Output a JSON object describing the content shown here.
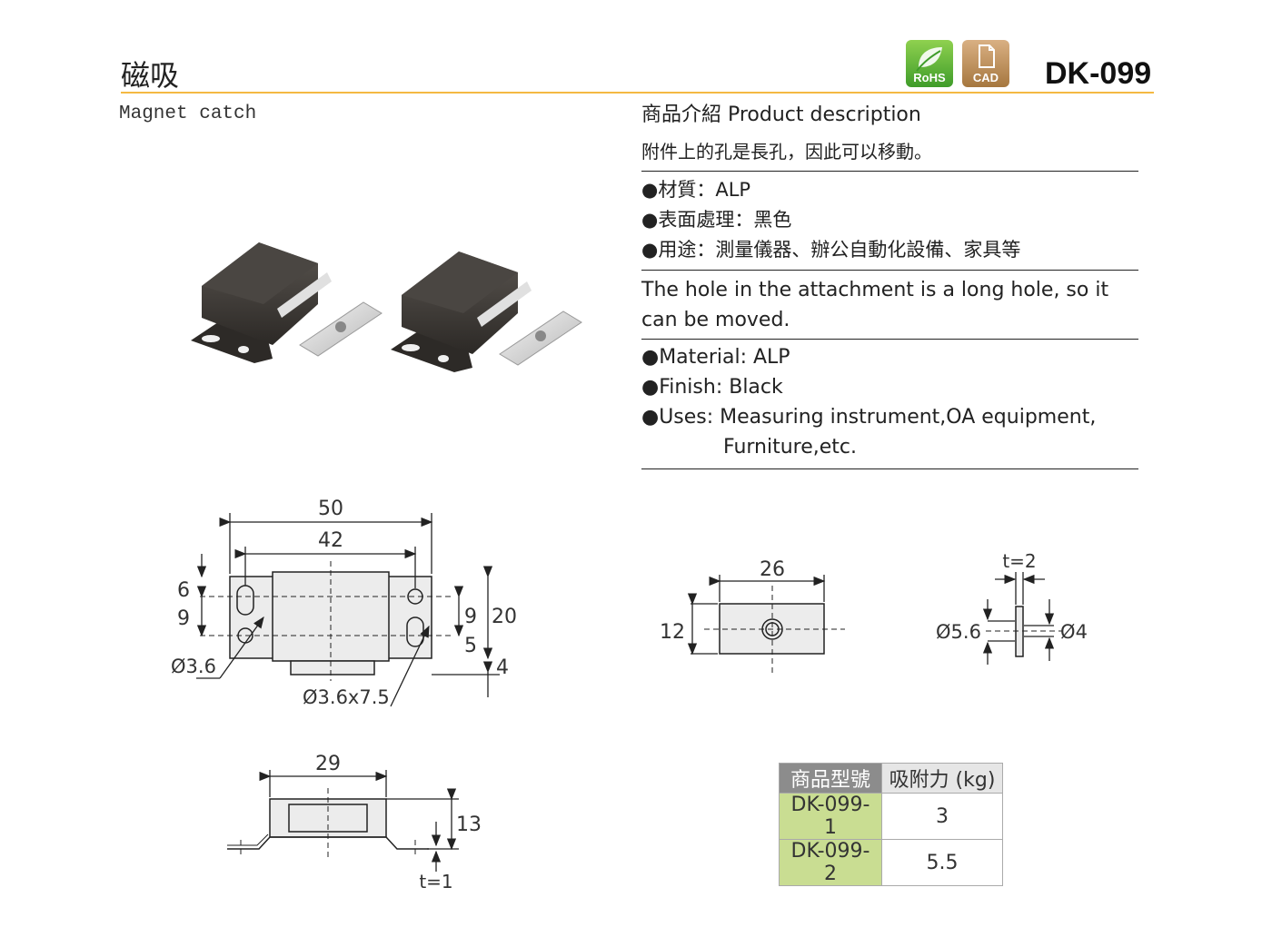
{
  "header": {
    "title_cn": "磁吸",
    "title_en": "Magnet catch",
    "model_code": "DK-099",
    "badges": {
      "rohs_label": "RoHS",
      "cad_label": "CAD"
    }
  },
  "description": {
    "heading": "商品介紹 Product description",
    "note_cn": "附件上的孔是長孔，因此可以移動。",
    "specs_cn": [
      "●材質：ALP",
      "●表面處理：黑色",
      "●用途：測量儀器、辦公自動化設備、家具等"
    ],
    "note_en": [
      "The hole in the attachment is a long hole, so it",
      "can be moved."
    ],
    "specs_en": [
      "●Material: ALP",
      "●Finish: Black",
      "●Uses: Measuring instrument,OA equipment,"
    ],
    "specs_en_cont": "Furniture,etc."
  },
  "drawings": {
    "front": {
      "w50": "50",
      "w42": "42",
      "h6": "6",
      "h9": "9",
      "d36": "Ø3.6",
      "slot": "Ø3.6x7.5",
      "r9": "9",
      "r20": "20",
      "r5": "5",
      "r4": "4"
    },
    "bottom": {
      "w29": "29",
      "h13": "13",
      "t1": "t=1"
    },
    "plate": {
      "w26": "26",
      "h12": "12"
    },
    "side": {
      "t2": "t=2",
      "d56": "Ø5.6",
      "d4": "Ø4"
    }
  },
  "table": {
    "headers": [
      "商品型號",
      "吸附力 (kg)"
    ],
    "rows": [
      {
        "model": "DK-099-1",
        "force": "3"
      },
      {
        "model": "DK-099-2",
        "force": "5.5"
      }
    ]
  },
  "colors": {
    "accent_rule": "#f4b942",
    "model_cell": "#c9dd92",
    "header_cell": "#8c8c8c"
  }
}
